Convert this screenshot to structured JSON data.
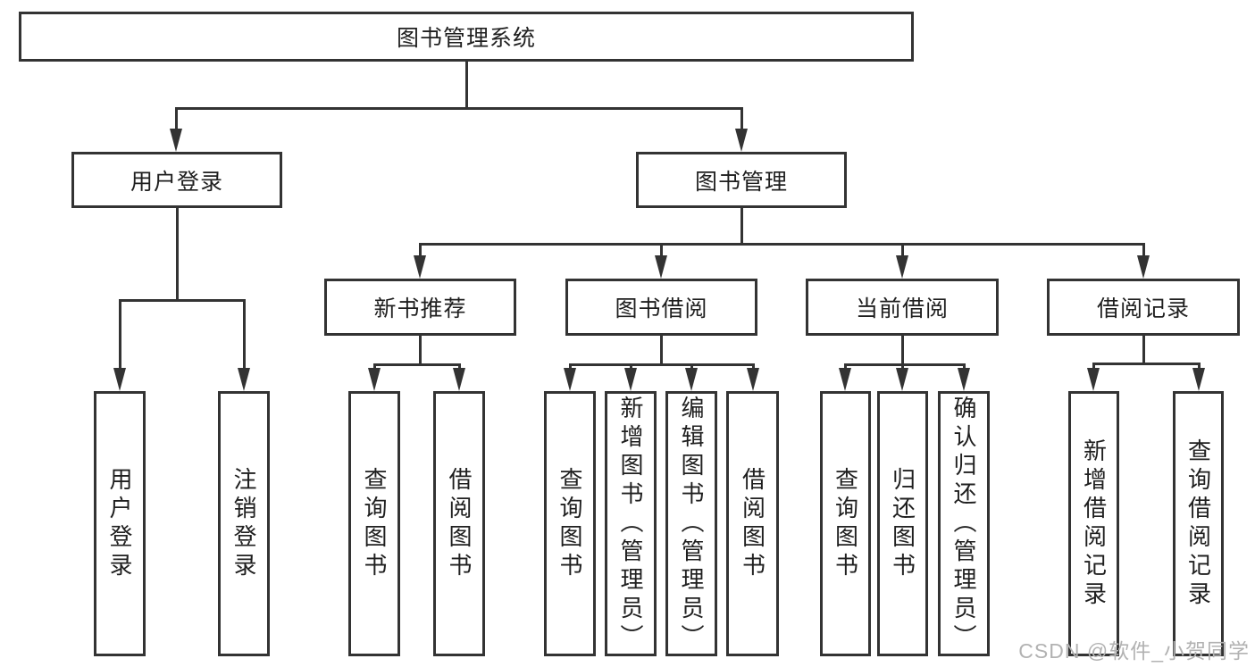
{
  "tree": {
    "root": "图书管理系统",
    "children": [
      {
        "label": "用户登录",
        "children": [
          "用户登录",
          "注销登录"
        ]
      },
      {
        "label": "图书管理",
        "children": [
          {
            "label": "新书推荐",
            "children": [
              "查询图书",
              "借阅图书"
            ]
          },
          {
            "label": "图书借阅",
            "children": [
              "查询图书",
              "新增图书（管理员）",
              "编辑图书（管理员）",
              "借阅图书"
            ]
          },
          {
            "label": "当前借阅",
            "children": [
              "查询图书",
              "归还图书",
              "确认归还（管理员）"
            ]
          },
          {
            "label": "借阅记录",
            "children": [
              "新增借阅记录",
              "查询借阅记录"
            ]
          }
        ]
      }
    ]
  },
  "watermark": "CSDN @软件_小贺同学",
  "colors": {
    "line": "#333333",
    "text": "#1f1f1f",
    "watermark": "#b2b2b2",
    "background": "#ffffff"
  }
}
